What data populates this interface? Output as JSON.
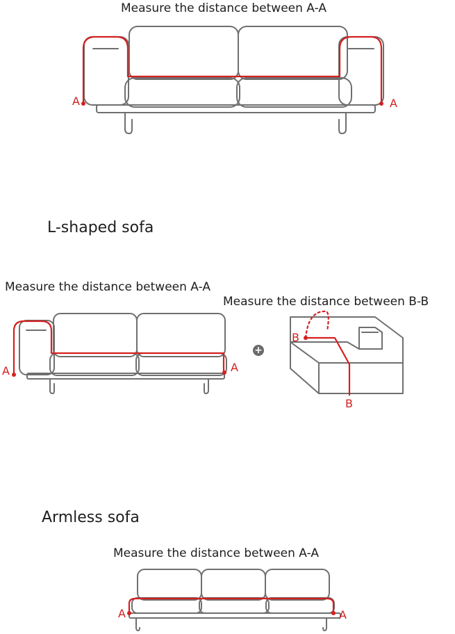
{
  "sections": {
    "three_seat": {
      "caption": "Measure the distance between A-A"
    },
    "l_shaped": {
      "heading": "L-shaped sofa",
      "left_caption": "Measure the distance between A-A",
      "right_caption": "Measure the distance between B-B",
      "plus_symbol": "+"
    },
    "armless": {
      "heading": "Armless sofa",
      "caption": "Measure the distance between A-A"
    }
  },
  "point_labels": {
    "a": "A",
    "b": "B"
  },
  "colors": {
    "measure_line": "#d42020",
    "sofa_outline": "#6f6f6f"
  }
}
